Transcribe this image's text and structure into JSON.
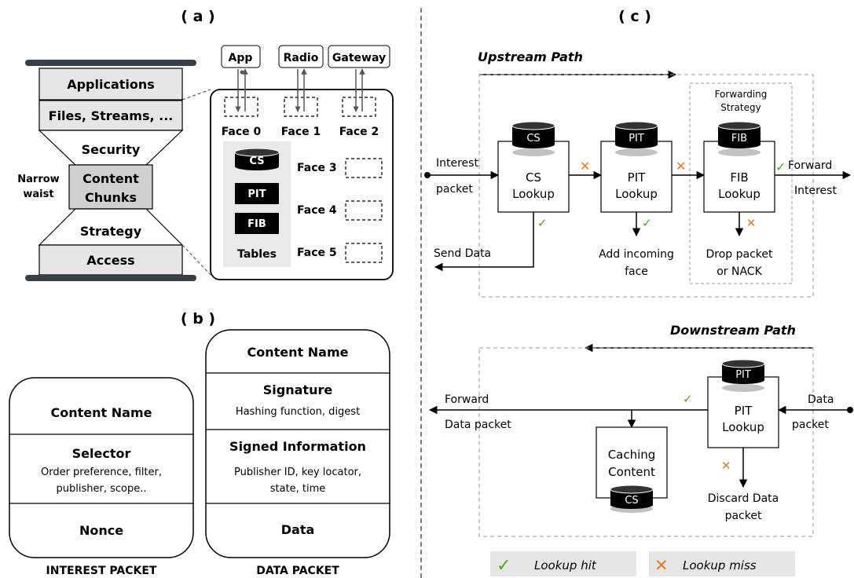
{
  "panel_a": {
    "label": "( a )",
    "layers": [
      "Applications",
      "Files, Streams, ...",
      "Security",
      "Content Chunks",
      "Strategy",
      "Access"
    ],
    "narrow_waist": "Narrow waist",
    "top_boxes": [
      "App",
      "Radio",
      "Gateway"
    ],
    "faces": [
      "Face 0",
      "Face 1",
      "Face 2",
      "Face 3",
      "Face 4",
      "Face 5"
    ],
    "tables": [
      "CS",
      "PIT",
      "FIB"
    ],
    "tables_label": "Tables"
  },
  "panel_b": {
    "label": "( b )",
    "interest": {
      "content_name": "Content Name",
      "selector_title": "Selector",
      "selector_desc": "Order preference, filter, publisher, scope..",
      "nonce": "Nonce",
      "caption": "INTEREST PACKET"
    },
    "data": {
      "content_name": "Content Name",
      "signature_title": "Signature",
      "signature_desc": "Hashing function, digest",
      "signed_info_title": "Signed Information",
      "signed_info_desc": "Publisher ID, key locator, state, time",
      "data": "Data",
      "caption": "DATA PACKET"
    }
  },
  "panel_c": {
    "label": "( c )",
    "upstream_title": "Upstream Path",
    "downstream_title": "Downstream Path",
    "forwarding_strategy": "Forwarding Strategy",
    "interest_packet": "Interest packet",
    "cs_lookup": "CS Lookup",
    "pit_lookup": "PIT Lookup",
    "fib_lookup": "FIB Lookup",
    "forward_interest": "Forward Interest",
    "send_data": "Send Data",
    "add_incoming_face": "Add incoming face",
    "drop_packet": "Drop packet or NACK",
    "data_packet_in": "Data packet",
    "forward_data_packet": "Forward Data packet",
    "caching_content": "Caching Content",
    "discard_data_packet": "Discard Data packet",
    "legend_hit": "Lookup hit",
    "legend_miss": "Lookup miss"
  },
  "colors": {
    "layer_fill": "#e6e6e6",
    "hit": "#5a9e2f",
    "miss": "#e07a2e",
    "dashed": "#9a9a9a",
    "bar": "#3b3e45"
  }
}
